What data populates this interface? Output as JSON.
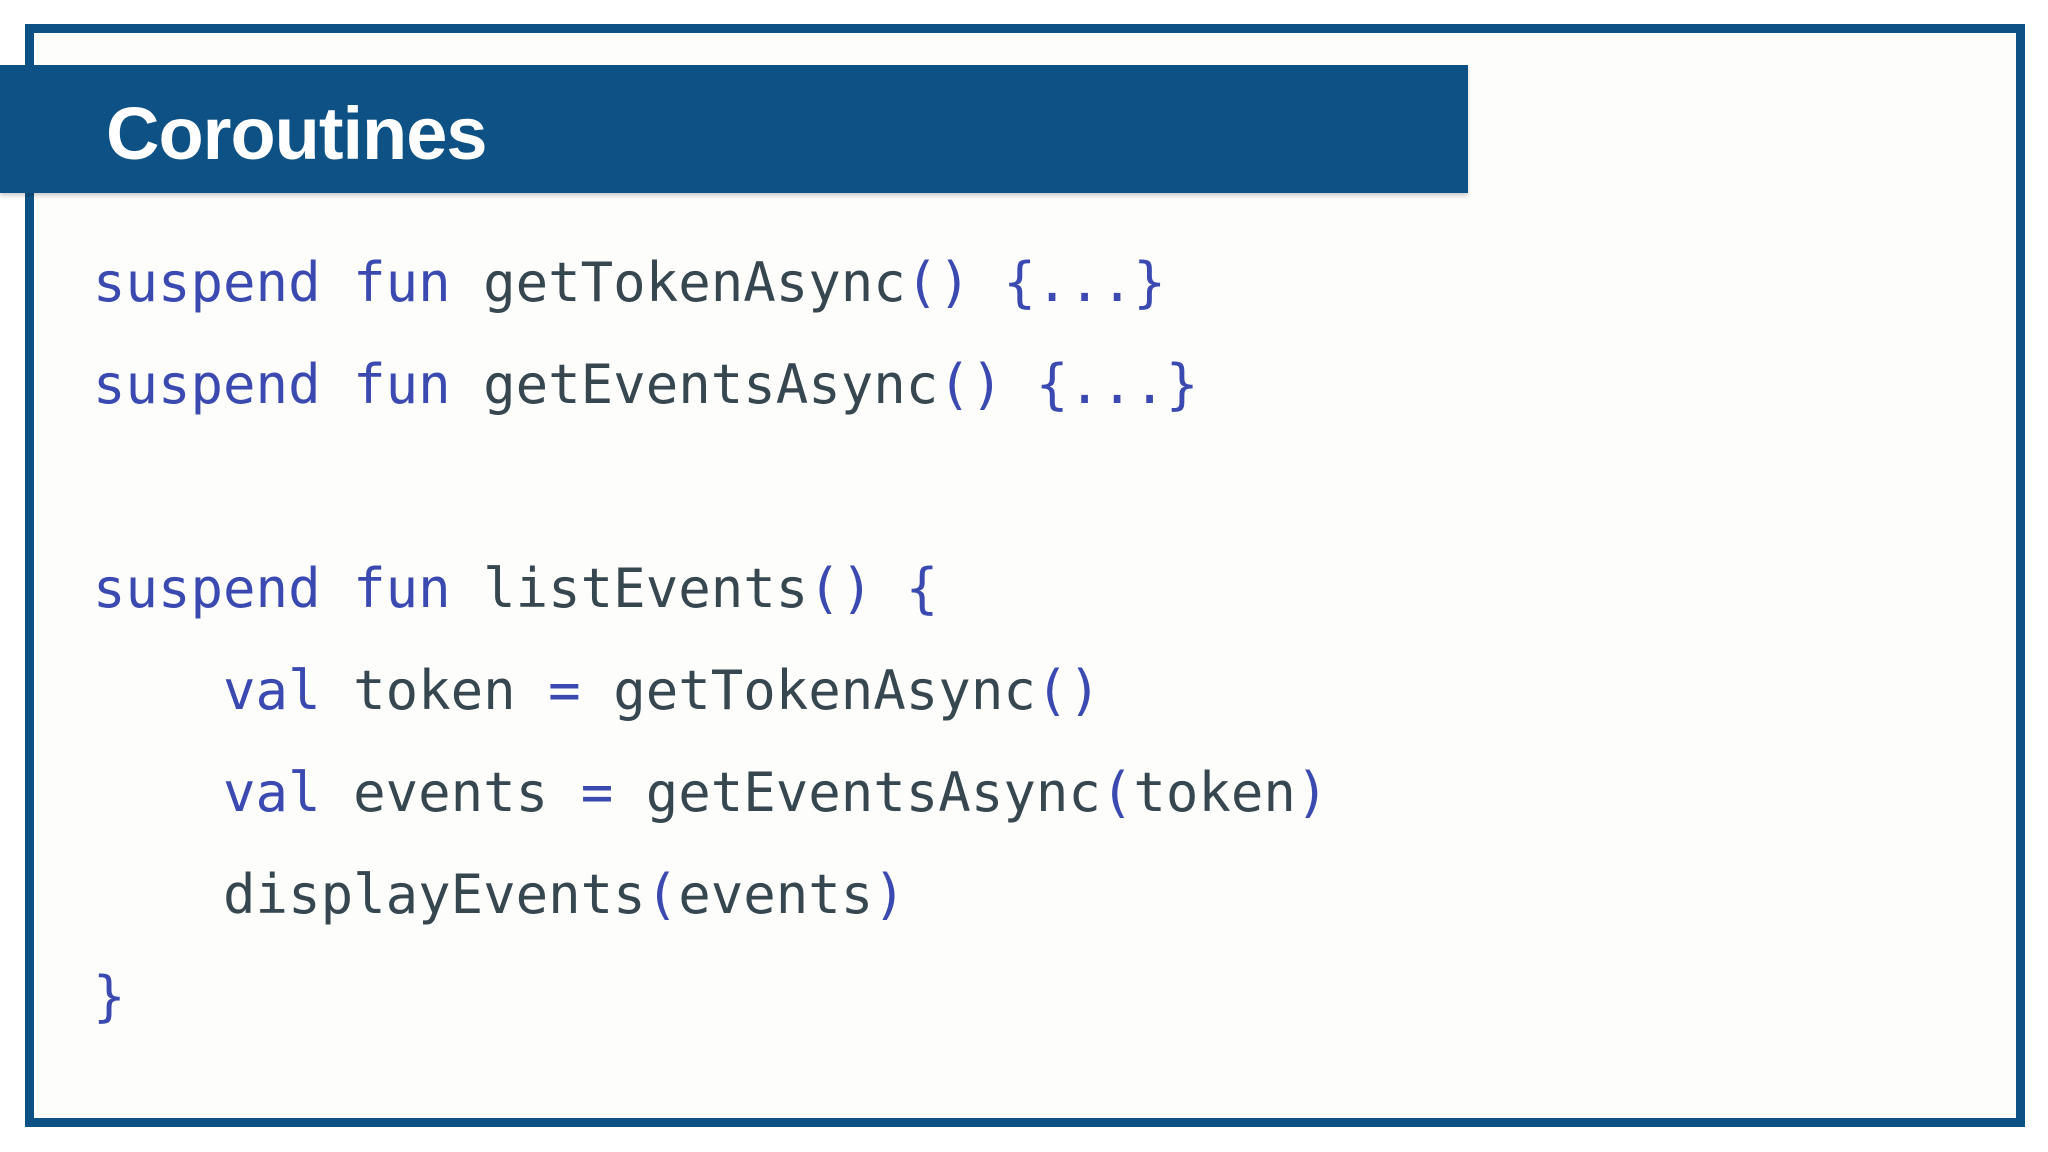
{
  "slide": {
    "title": "Coroutines",
    "colors": {
      "frame_blue": "#0e5285",
      "keyword_blue": "#3b4ab0",
      "identifier_dark": "#37474f",
      "slide_background": "#fdfdfc",
      "title_text": "#ffffff"
    },
    "code": {
      "language": "kotlin",
      "full_text": "suspend fun getTokenAsync() {...}\nsuspend fun getEventsAsync() {...}\n\nsuspend fun listEvents() {\n    val token = getTokenAsync()\n    val events = getEventsAsync(token)\n    displayEvents(events)\n}",
      "lines": [
        [
          [
            "kw",
            "suspend fun "
          ],
          [
            "id",
            "getTokenAsync"
          ],
          [
            "kw",
            "()"
          ],
          [
            "id",
            " "
          ],
          [
            "kw",
            "{...}"
          ]
        ],
        [
          [
            "kw",
            "suspend fun "
          ],
          [
            "id",
            "getEventsAsync"
          ],
          [
            "kw",
            "()"
          ],
          [
            "id",
            " "
          ],
          [
            "kw",
            "{...}"
          ]
        ],
        [],
        [
          [
            "kw",
            "suspend fun "
          ],
          [
            "id",
            "listEvents"
          ],
          [
            "kw",
            "()"
          ],
          [
            "id",
            " "
          ],
          [
            "kw",
            "{"
          ]
        ],
        [
          [
            "id",
            "    "
          ],
          [
            "kw",
            "val"
          ],
          [
            "id",
            " token "
          ],
          [
            "kw",
            "="
          ],
          [
            "id",
            " getTokenAsync"
          ],
          [
            "kw",
            "()"
          ]
        ],
        [
          [
            "id",
            "    "
          ],
          [
            "kw",
            "val"
          ],
          [
            "id",
            " events "
          ],
          [
            "kw",
            "="
          ],
          [
            "id",
            " getEventsAsync"
          ],
          [
            "kw",
            "("
          ],
          [
            "id",
            "token"
          ],
          [
            "kw",
            ")"
          ]
        ],
        [
          [
            "id",
            "    displayEvents"
          ],
          [
            "kw",
            "("
          ],
          [
            "id",
            "events"
          ],
          [
            "kw",
            ")"
          ]
        ],
        [
          [
            "kw",
            "}"
          ]
        ]
      ]
    }
  }
}
